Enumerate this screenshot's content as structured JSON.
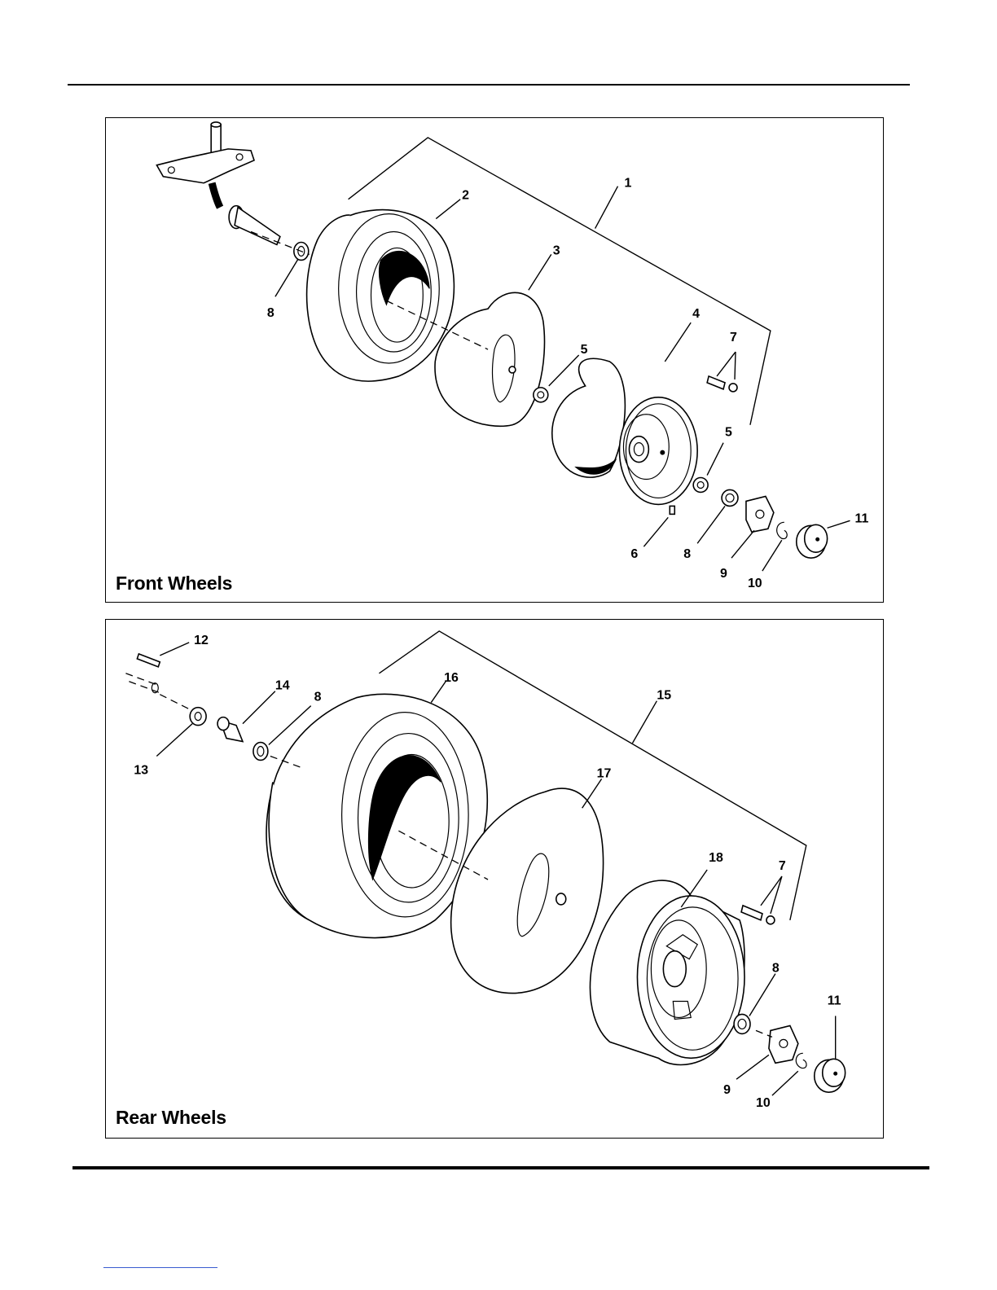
{
  "front": {
    "title": "Front Wheels",
    "callouts": [
      "1",
      "2",
      "3",
      "4",
      "5",
      "7",
      "5",
      "8",
      "6",
      "8",
      "9",
      "10",
      "11"
    ]
  },
  "rear": {
    "title": "Rear Wheels",
    "callouts": [
      "12",
      "14",
      "8",
      "16",
      "15",
      "13",
      "17",
      "18",
      "7",
      "8",
      "11",
      "9",
      "10"
    ]
  }
}
